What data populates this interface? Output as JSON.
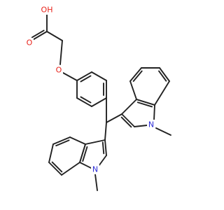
{
  "molecule": {
    "atoms": [
      {
        "id": "OH",
        "symbol": "HO",
        "text": "OH",
        "color": "#e8231b"
      },
      {
        "id": "O_carbonyl",
        "symbol": "O",
        "text": "O",
        "color": "#e8231b"
      },
      {
        "id": "O_ether",
        "symbol": "O",
        "text": "O",
        "color": "#e8231b"
      },
      {
        "id": "N_upper",
        "symbol": "N",
        "text": "N",
        "color": "#2b2bd6"
      },
      {
        "id": "N_lower",
        "symbol": "N",
        "text": "N",
        "color": "#2b2bd6"
      }
    ],
    "colors": {
      "bond": "#222222",
      "oxygen": "#e8231b",
      "nitrogen": "#2b2bd6"
    }
  }
}
